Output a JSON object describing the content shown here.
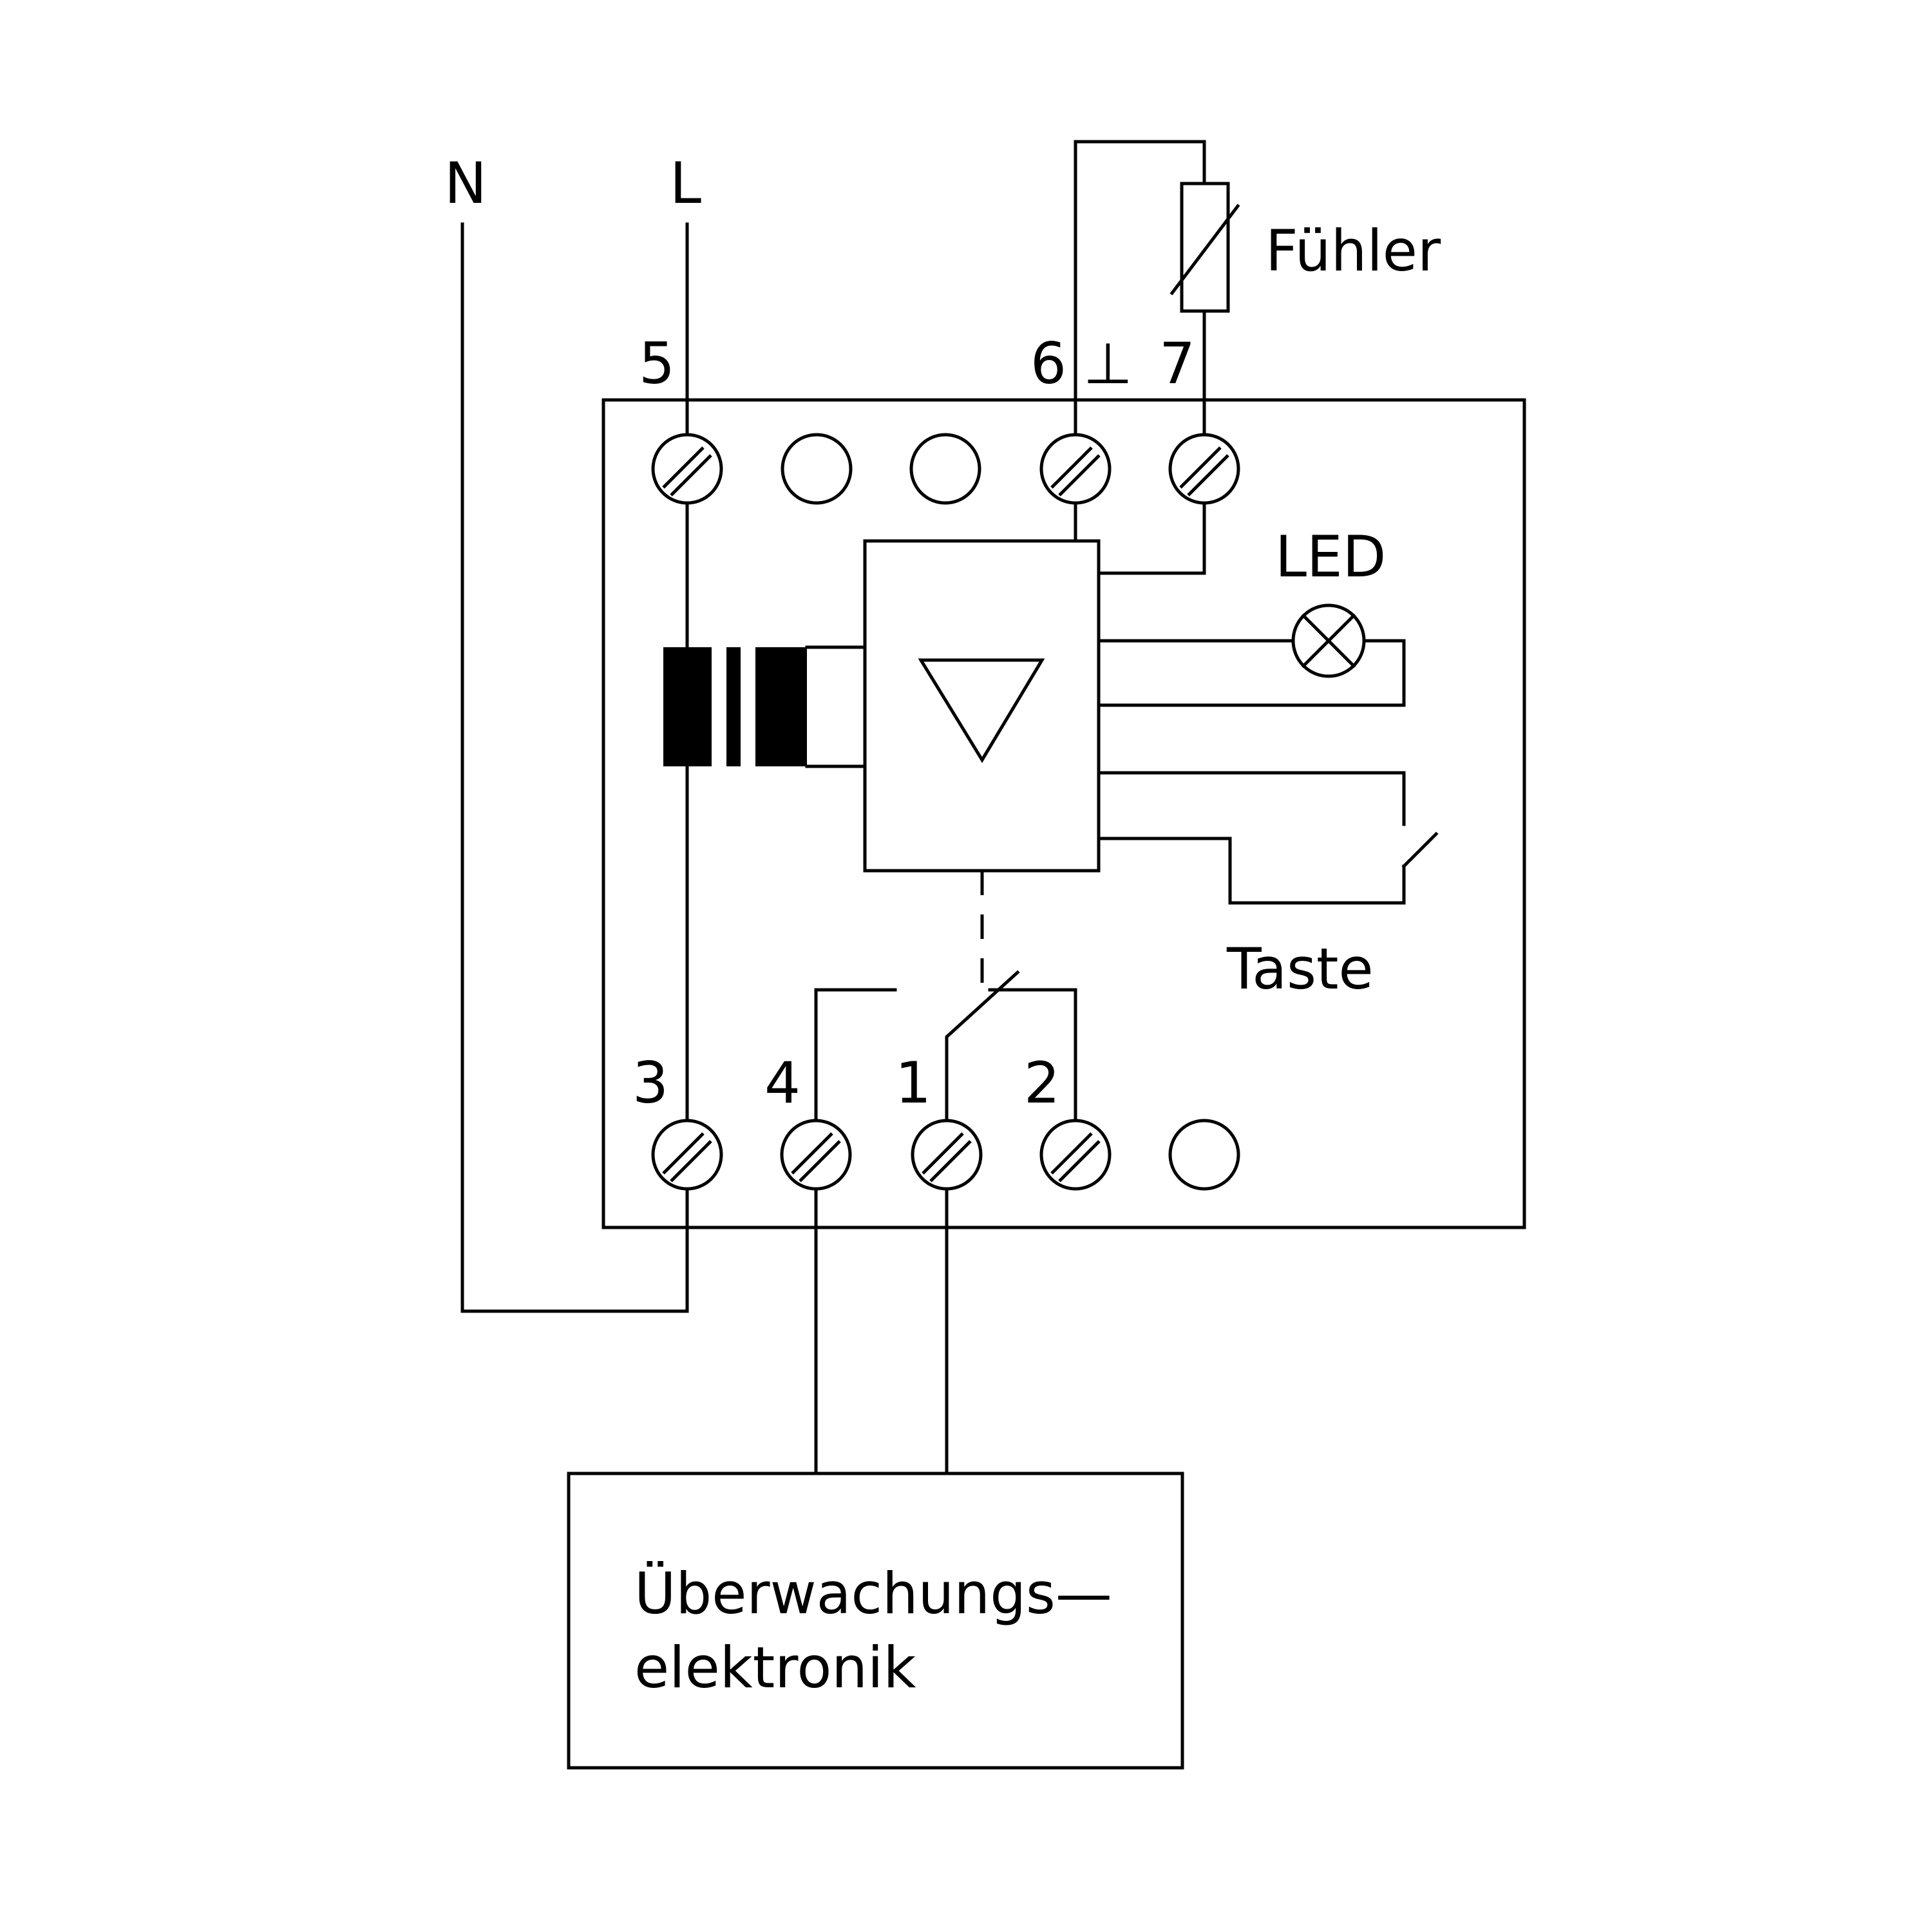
{
  "labels": {
    "neutral": "N",
    "line": "L",
    "sensor": "Fühler",
    "led": "LED",
    "button": "Taste",
    "ground_symbol": "⊥",
    "monitor_line1": "Überwachungs—",
    "monitor_line2": "elektronik"
  },
  "terminals": {
    "top": [
      "5",
      "6",
      "7"
    ],
    "bottom": [
      "3",
      "4",
      "1",
      "2"
    ]
  }
}
